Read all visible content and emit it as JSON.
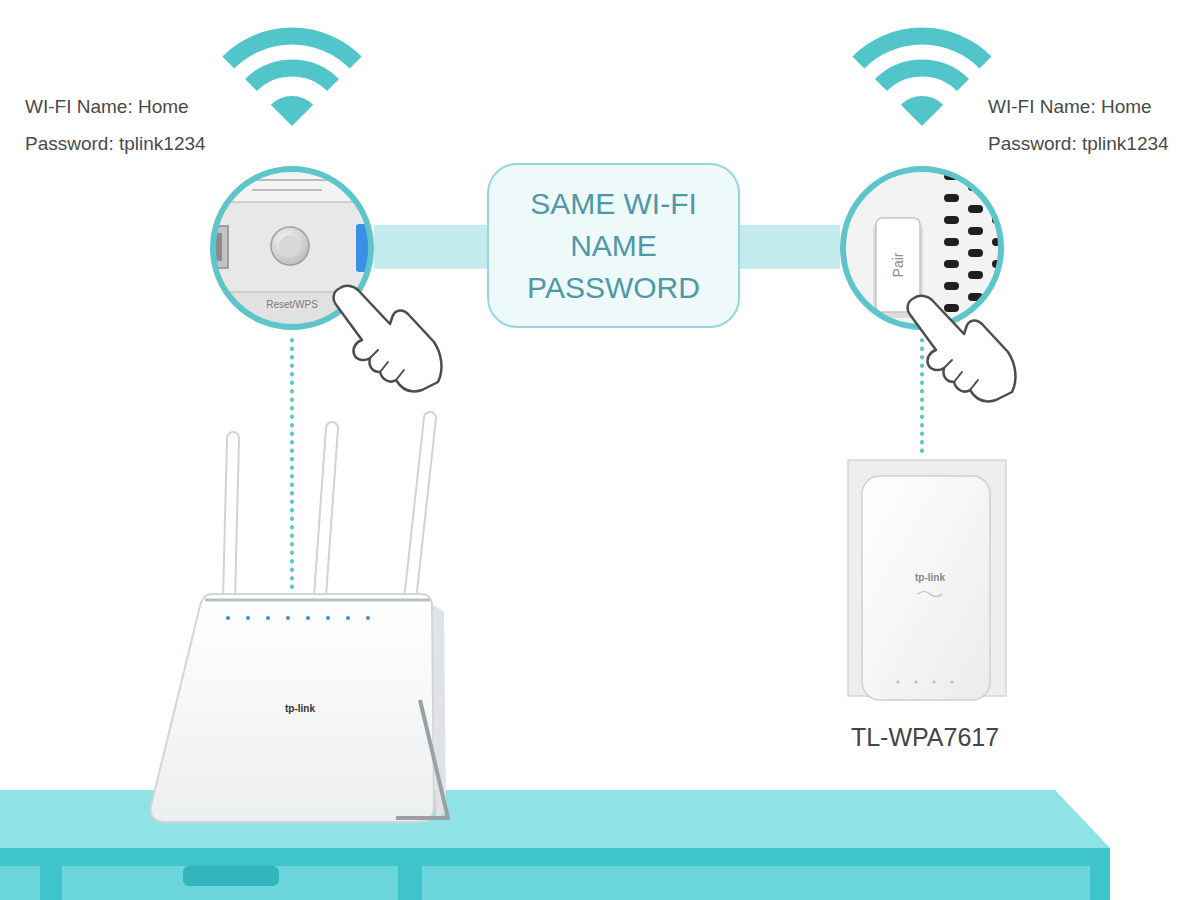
{
  "diagram": {
    "nodes": [
      {
        "text": [
          "Reset/WPS"
        ]
      },
      {
        "text": [
          "SAME WI-FI NAME PASSWORD"
        ]
      },
      {
        "text": [
          "Pair"
        ]
      }
    ],
    "edges": [
      {
        "from": 0,
        "to": 1,
        "arrow": "none"
      },
      {
        "from": 1,
        "to": 2,
        "arrow": "none"
      }
    ],
    "labels": [
      "WI-FI Name: Home",
      "Password: tplink1234",
      "WI-FI Name: Home",
      "Password: tplink1234",
      "tp-link",
      "tp-link",
      "TL-WPA7617"
    ]
  }
}
